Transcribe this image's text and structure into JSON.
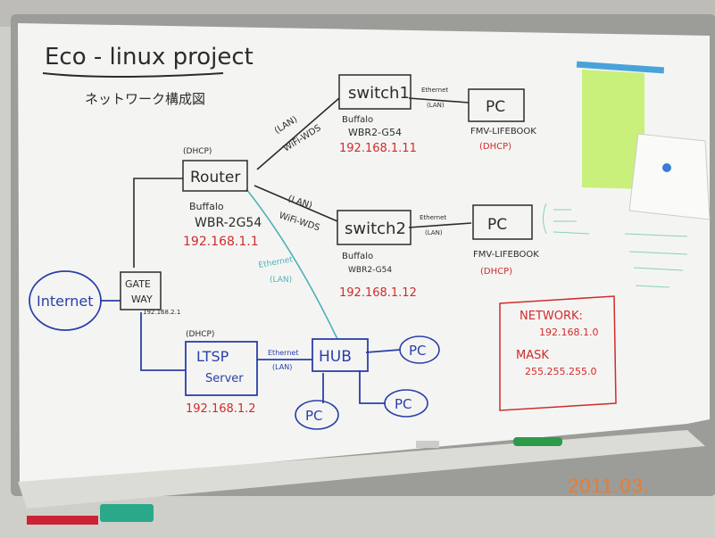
{
  "whiteboard": {
    "title": "Eco - linux project",
    "subtitle": "ネットワーク構成図",
    "router": {
      "dhcp": "(DHCP)",
      "label": "Router",
      "vendor": "Buffalo",
      "model": "WBR-2G54",
      "ip": "192.168.1.1"
    },
    "gateway": {
      "label_line1": "GATE",
      "label_line2": "WAY",
      "ip": "192.168.2.1"
    },
    "internet": "Internet",
    "switch1": {
      "label": "switch1",
      "vendor": "Buffalo",
      "model": "WBR2-G54",
      "ip": "192.168.1.11"
    },
    "switch2": {
      "label": "switch2",
      "vendor": "Buffalo",
      "model": "WBR2-G54",
      "ip": "192.168.1.12"
    },
    "pc1": {
      "label": "PC",
      "model": "FMV-LIFEBOOK",
      "dhcp": "(DHCP)"
    },
    "pc2": {
      "label": "PC",
      "model": "FMV-LIFEBOOK",
      "dhcp": "(DHCP)"
    },
    "link_wifi1": {
      "line1": "(LAN)",
      "line2": "WiFi-WDS"
    },
    "link_wifi2": {
      "line1": "(LAN)",
      "line2": "WiFi-WDS"
    },
    "link_eth1": {
      "line1": "Ethernet",
      "line2": "(LAN)"
    },
    "link_eth2": {
      "line1": "Ethernet",
      "line2": "(LAN)"
    },
    "link_eth3": {
      "line1": "Ethernet",
      "line2": "(LAN)"
    },
    "link_eth_router_hub": {
      "line1": "Ethernet",
      "line2": "(LAN)"
    },
    "ltsp": {
      "dhcp": "(DHCP)",
      "line1": "LTSP",
      "line2": "Server",
      "ip": "192.168.1.2"
    },
    "hub": {
      "label": "HUB"
    },
    "hub_pcs": [
      "PC",
      "PC",
      "PC"
    ],
    "network_box": {
      "network_label": "NETWORK:",
      "network_value": "192.168.1.0",
      "mask_label": "MASK",
      "mask_value": "255.255.255.0"
    }
  },
  "timestamp": "2011.03.",
  "colors": {
    "board": "#f4f5f3",
    "ink_black": "#2b2b2b",
    "ink_red": "#d12b2b",
    "ink_blue": "#2a3fa8",
    "ink_teal": "#4fb0b8",
    "note_green": "#c8f07a",
    "stamp_orange": "#f07a28"
  }
}
